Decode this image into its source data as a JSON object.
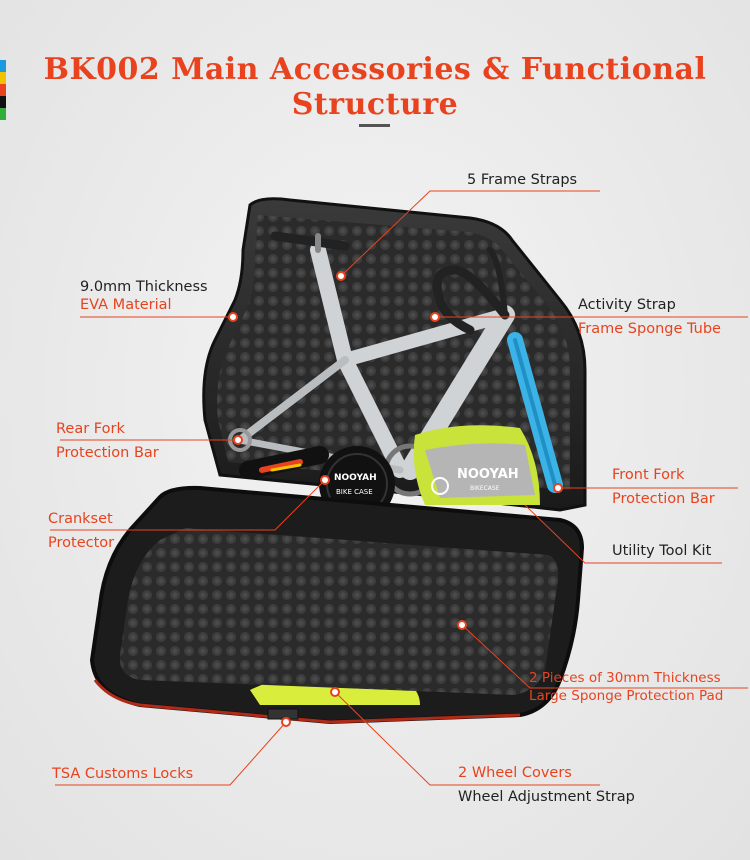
{
  "title": "BK002 Main Accessories & Functional Structure",
  "colors": {
    "accent": "#e8431e",
    "stripes": [
      "#1a9be0",
      "#f2c200",
      "#e8431e",
      "#111111",
      "#2fae3a"
    ]
  },
  "brand": {
    "bag_text": "NOOYAH",
    "bag_sub": "BIKECASE",
    "cover_text": "NOOYAH",
    "cover_sub": "BIKE CASE"
  },
  "labels": {
    "frame_straps": "5 Frame Straps",
    "thickness_1": "9.0mm Thickness",
    "thickness_2": "EVA Material",
    "activity_strap": "Activity Strap",
    "sponge_tube": "Frame Sponge Tube",
    "rear_fork_1": "Rear Fork",
    "rear_fork_2": "Protection Bar",
    "front_fork_1": "Front Fork",
    "front_fork_2": "Protection Bar",
    "crankset_1": "Crankset",
    "crankset_2": "Protector",
    "tool_kit": "Utility Tool Kit",
    "pad_1": "2 Pieces of 30mm Thickness",
    "pad_2": "Large Sponge Protection Pad",
    "tsa": "TSA Customs Locks",
    "wheel_covers": "2 Wheel Covers",
    "wheel_strap": "Wheel Adjustment Strap"
  }
}
